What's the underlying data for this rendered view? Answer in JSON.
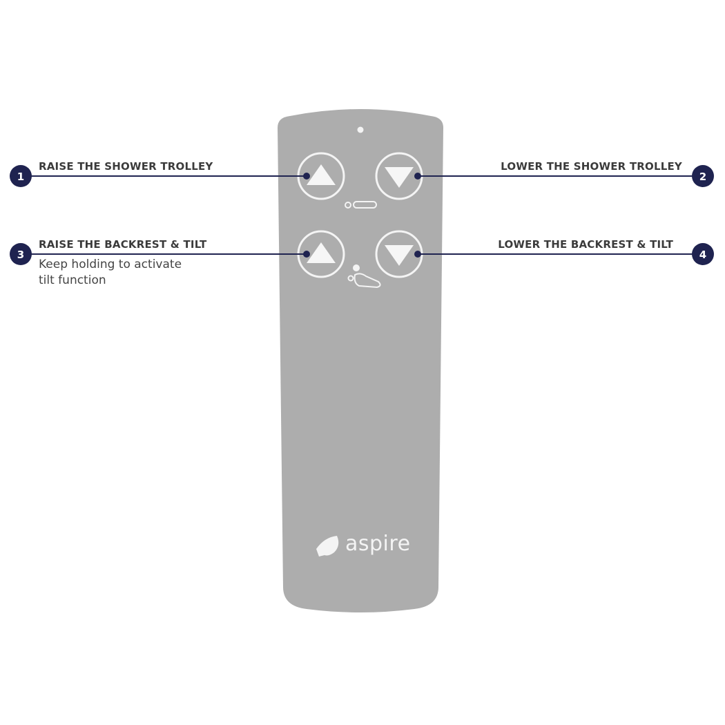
{
  "callouts": [
    {
      "number": "1",
      "title": "RAISE THE SHOWER TROLLEY",
      "description": ""
    },
    {
      "number": "2",
      "title": "LOWER THE SHOWER TROLLEY",
      "description": ""
    },
    {
      "number": "3",
      "title": "RAISE THE BACKREST & TILT",
      "description_line1": "Keep holding to activate",
      "description_line2": "tilt function"
    },
    {
      "number": "4",
      "title": "LOWER THE BACKREST & TILT",
      "description": ""
    }
  ],
  "remote": {
    "brand": "aspire"
  },
  "colors": {
    "accent": "#1f2350",
    "remote_body": "#adadad",
    "text": "#3b3b3b"
  }
}
